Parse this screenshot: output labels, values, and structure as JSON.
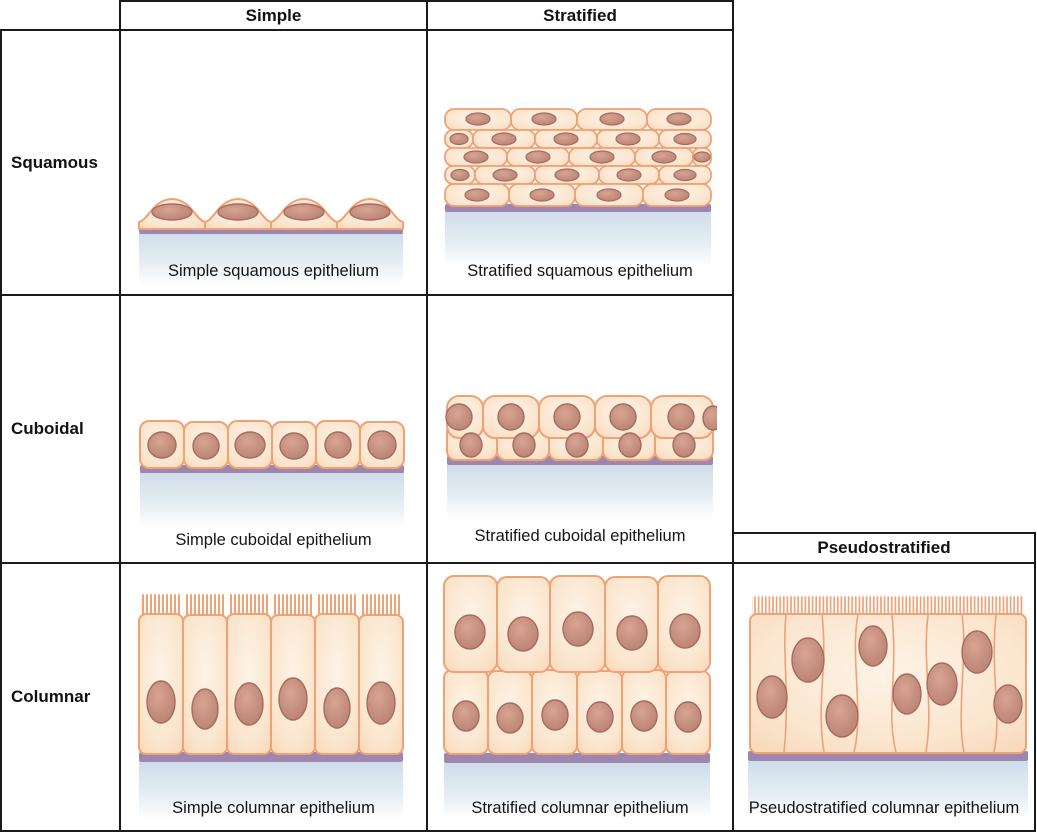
{
  "column_headers": {
    "simple": "Simple",
    "stratified": "Stratified",
    "pseudostratified": "Pseudostratified"
  },
  "row_headers": {
    "squamous": "Squamous",
    "cuboidal": "Cuboidal",
    "columnar": "Columnar"
  },
  "captions": {
    "simple_squamous": "Simple squamous epithelium",
    "stratified_squamous": "Stratified squamous epithelium",
    "simple_cuboidal": "Simple cuboidal epithelium",
    "stratified_cuboidal": "Stratified cuboidal epithelium",
    "simple_columnar": "Simple columnar epithelium",
    "stratified_columnar": "Stratified columnar epithelium",
    "pseudostratified_columnar": "Pseudostratified columnar epithelium"
  },
  "colors": {
    "grid_border": "#1a1a1a",
    "cell_outline": "#eea276",
    "cell_fill_center": "#fdf2e3",
    "cell_fill_edge": "#f8dfc4",
    "nucleus_fill": "#bc8274",
    "nucleus_outline": "#a76b5e",
    "basement_membrane": "#9d87ae",
    "connective_tissue": "#cfdde9"
  }
}
